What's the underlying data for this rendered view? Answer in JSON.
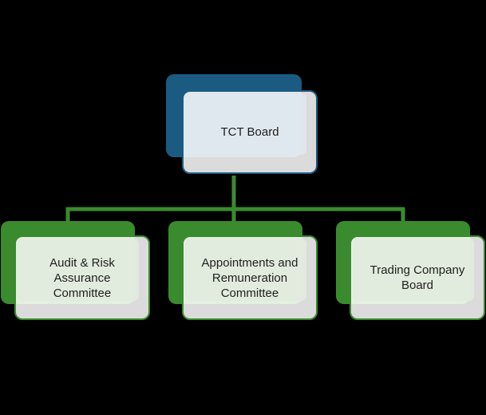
{
  "diagram": {
    "root": {
      "label": "TCT Board"
    },
    "children": [
      {
        "label": "Audit & Risk\nAssurance\nCommittee"
      },
      {
        "label": "Appointments and\nRemuneration\nCommittee"
      },
      {
        "label": "Trading Company\nBoard"
      }
    ]
  },
  "colors": {
    "background": "#000000",
    "root_fill": "#1b5b82",
    "child_fill": "#3a8b2e",
    "connector": "#3a8b2e"
  }
}
